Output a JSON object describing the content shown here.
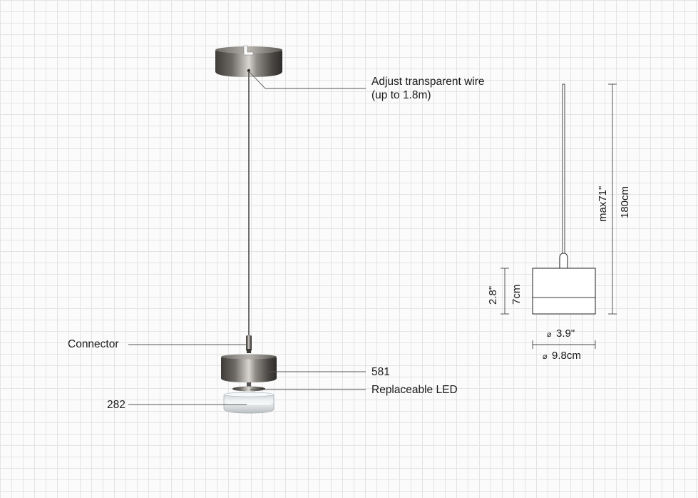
{
  "callouts": {
    "wire_line1": "Adjust transparent wire",
    "wire_line2": "(up to 1.8m)",
    "connector": "Connector",
    "part_581": "581",
    "replaceable_led": "Replaceable LED",
    "part_282": "282"
  },
  "dimensions": {
    "height_in": "max71\"",
    "height_cm": "180cm",
    "body_height_in": "2.8\"",
    "body_height_cm": "7cm",
    "diameter_symbol": "⌀",
    "diameter_in": "3.9\"",
    "diameter_cm": "9.8cm"
  },
  "colors": {
    "metal_dark": "#3e3b38",
    "metal_light": "#c9c6c2",
    "glass": "#e8ecef"
  }
}
